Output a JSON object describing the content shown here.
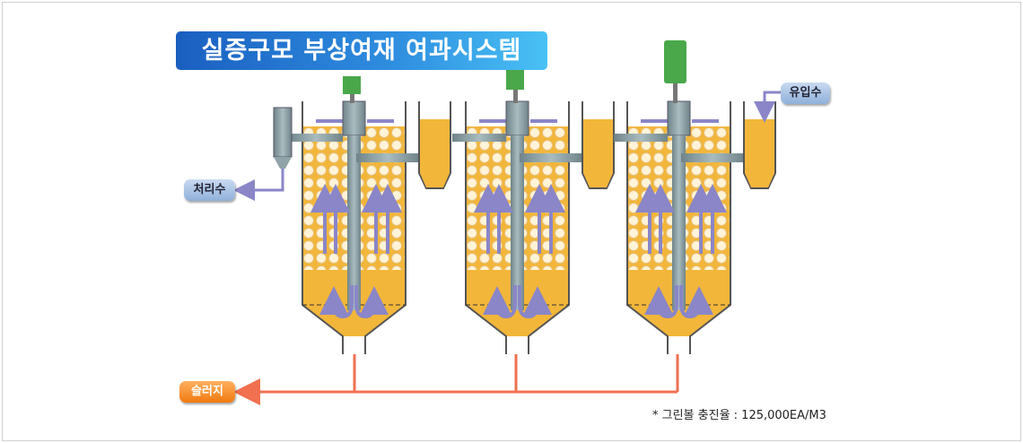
{
  "title": "실증구모 부상여재 여과시스템",
  "labels": {
    "treated_water": "처리수",
    "influent": "유입수",
    "sludge": "슬러지"
  },
  "note": "* 그린볼 충진율 : 125,000EA/M3",
  "colors": {
    "media": "#f2b63a",
    "pipe": "#8fa3a8",
    "flow_arrow": "#8a86c8",
    "sludge_line": "#f07050",
    "motor": "#4aa84a"
  }
}
